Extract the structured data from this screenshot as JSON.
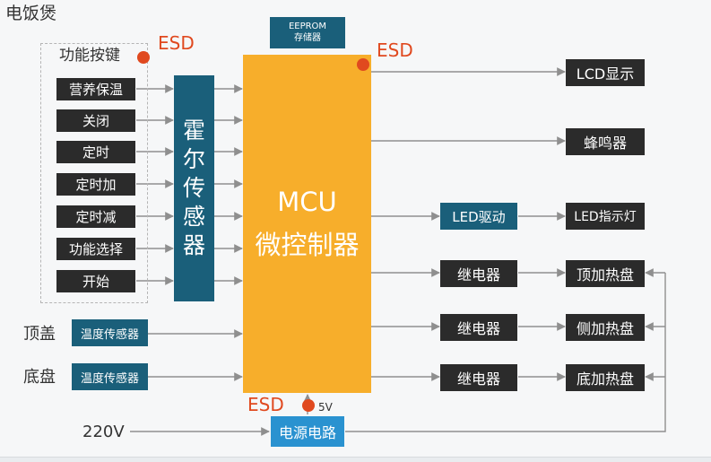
{
  "title": "电饭煲",
  "function_keys": {
    "label": "功能按键",
    "items": [
      "营养保温",
      "关闭",
      "定时",
      "定时加",
      "定时减",
      "功能选择",
      "开始"
    ]
  },
  "hall_sensor": "霍尔传感器",
  "eeprom": {
    "line1": "EEPROM",
    "line2": "存储器"
  },
  "mcu": {
    "line1": "MCU",
    "line2": "微控制器"
  },
  "outputs": {
    "lcd": "LCD显示",
    "buzzer": "蜂鸣器",
    "led_driver": "LED驱动",
    "led_indicator": "LED指示灯"
  },
  "relay": "继电器",
  "heaters": [
    "顶加热盘",
    "侧加热盘",
    "底加热盘"
  ],
  "temp_sensors": [
    {
      "position": "顶盖",
      "label": "温度传感器"
    },
    {
      "position": "底盘",
      "label": "温度传感器"
    }
  ],
  "power": {
    "input": "220V",
    "circuit": "电源电路",
    "output": "5V"
  },
  "esd_label": "ESD",
  "colors": {
    "mcu": "#f7ae2b",
    "teal_block": "#1a5f7a",
    "dark_block": "#2b2b2b",
    "power_block": "#2a92d0",
    "esd": "#e0491f",
    "wire": "#8f8f8f"
  }
}
